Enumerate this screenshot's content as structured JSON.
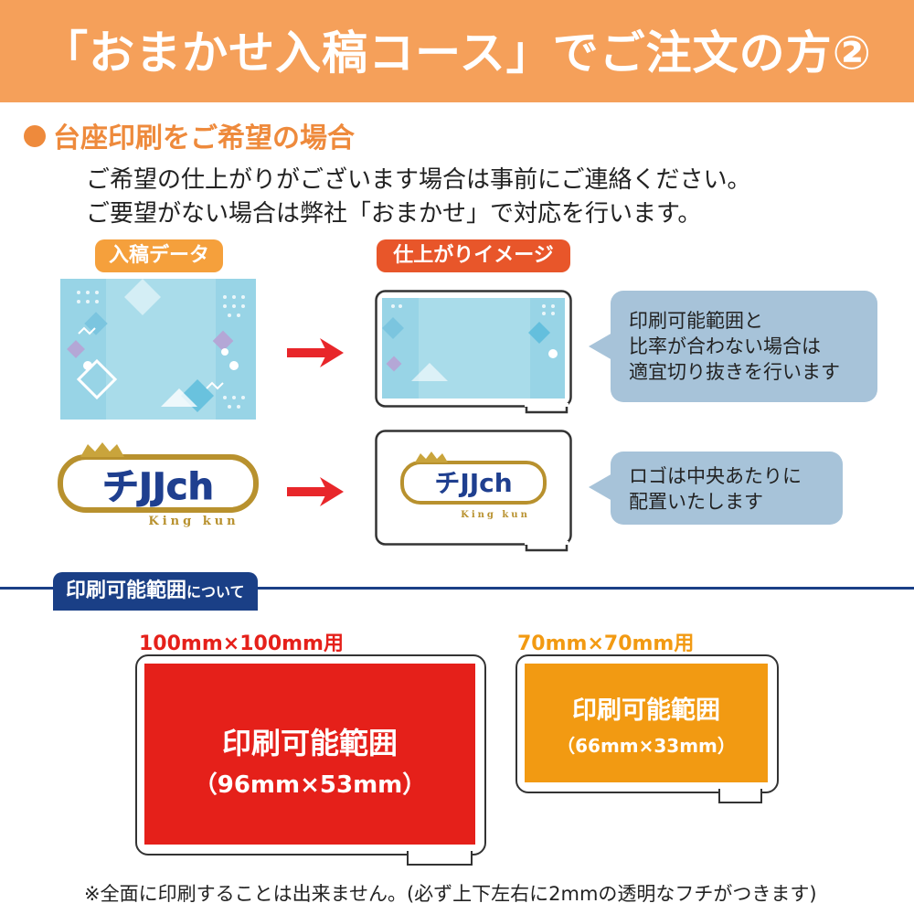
{
  "header": {
    "title": "「おまかせ入稿コース」でご注文の方②"
  },
  "section": {
    "title": "台座印刷をご希望の場合",
    "desc_line1": "ご希望の仕上がりがございます場合は事前にご連絡ください。",
    "desc_line2": "ご要望がない場合は弊社「おまかせ」で対応を行います。"
  },
  "labels": {
    "input_data": "入稿データ",
    "result_image": "仕上がりイメージ"
  },
  "callouts": {
    "ratio_line1": "印刷可能範囲と",
    "ratio_line2": "比率が合わない場合は",
    "ratio_line3": "適宜切り抜きを行います",
    "logo_line1": "ロゴは中央あたりに",
    "logo_line2": "配置いたします"
  },
  "logo": {
    "main": "チJJch",
    "sub": "King kun"
  },
  "print_area": {
    "heading_main": "印刷可能範囲",
    "heading_sub": "について",
    "large": {
      "size_label": "100mm×100mm用",
      "area_label": "印刷可能範囲",
      "area_dims": "（96mm×53mm）"
    },
    "small": {
      "size_label": "70mm×70mm用",
      "area_label": "印刷可能範囲",
      "area_dims": "（66mm×33mm）"
    }
  },
  "footnote": "※全面に印刷することは出来ません。(必ず上下左右に2mmの透明なフチがつきます)",
  "colors": {
    "header_bg": "#f5a05a",
    "accent_orange": "#ee8a3c",
    "navy": "#1a3f86",
    "red_area": "#e5201a",
    "orange_area": "#f29a12",
    "callout_bg": "#a7c3d9",
    "arrow_red": "#e8262a"
  }
}
